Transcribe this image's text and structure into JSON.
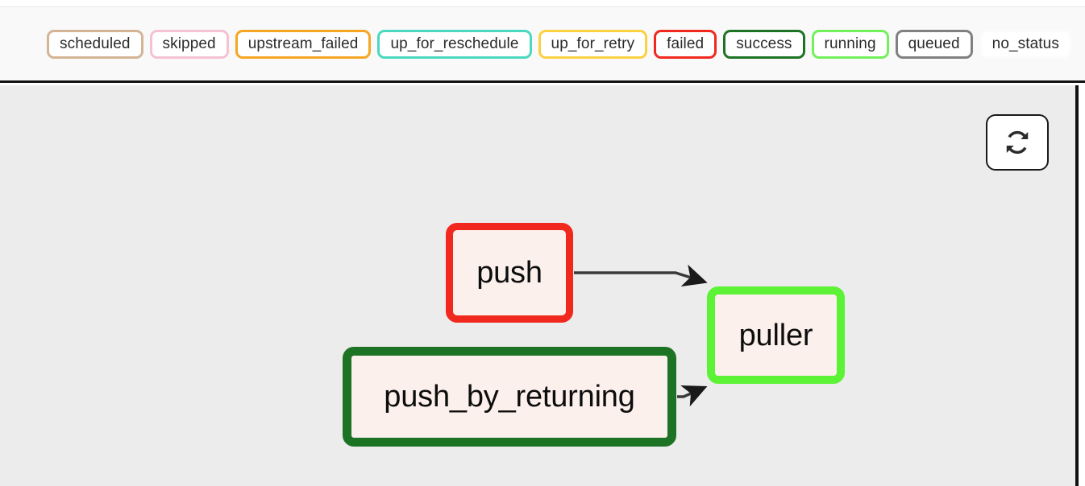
{
  "legend": {
    "name": "dag-status-legend",
    "items": [
      {
        "label": "scheduled",
        "border": "#d3b495",
        "text": "#2b2b2b"
      },
      {
        "label": "skipped",
        "border": "#f4c2d2",
        "text": "#2b2b2b"
      },
      {
        "label": "upstream_failed",
        "border": "#f5a623",
        "text": "#2b2b2b"
      },
      {
        "label": "up_for_reschedule",
        "border": "#4ad8c0",
        "text": "#2b2b2b"
      },
      {
        "label": "up_for_retry",
        "border": "#fad140",
        "text": "#2b2b2b"
      },
      {
        "label": "failed",
        "border": "#f0281e",
        "text": "#2b2b2b"
      },
      {
        "label": "success",
        "border": "#1d7324",
        "text": "#2b2b2b"
      },
      {
        "label": "running",
        "border": "#72f05a",
        "text": "#2b2b2b"
      },
      {
        "label": "queued",
        "border": "#808080",
        "text": "#2b2b2b"
      },
      {
        "label": "no_status",
        "border": "#fbfbfb",
        "text": "#2b2b2b"
      }
    ]
  },
  "toolbar": {
    "refresh_icon": "refresh-icon",
    "refresh_label": ""
  },
  "graph": {
    "background": "#ececec",
    "edge_color": "#3a3a3a",
    "node_fill": "#fbf0ec",
    "nodes": [
      {
        "id": "push",
        "label": "push",
        "status": "failed",
        "border": "#f0281e"
      },
      {
        "id": "push_by_returning",
        "label": "push_by_returning",
        "status": "success",
        "border": "#1d7324"
      },
      {
        "id": "puller",
        "label": "puller",
        "status": "running",
        "border": "#5cf235"
      }
    ],
    "edges": [
      {
        "from": "push",
        "to": "puller"
      },
      {
        "from": "push_by_returning",
        "to": "puller"
      }
    ]
  }
}
